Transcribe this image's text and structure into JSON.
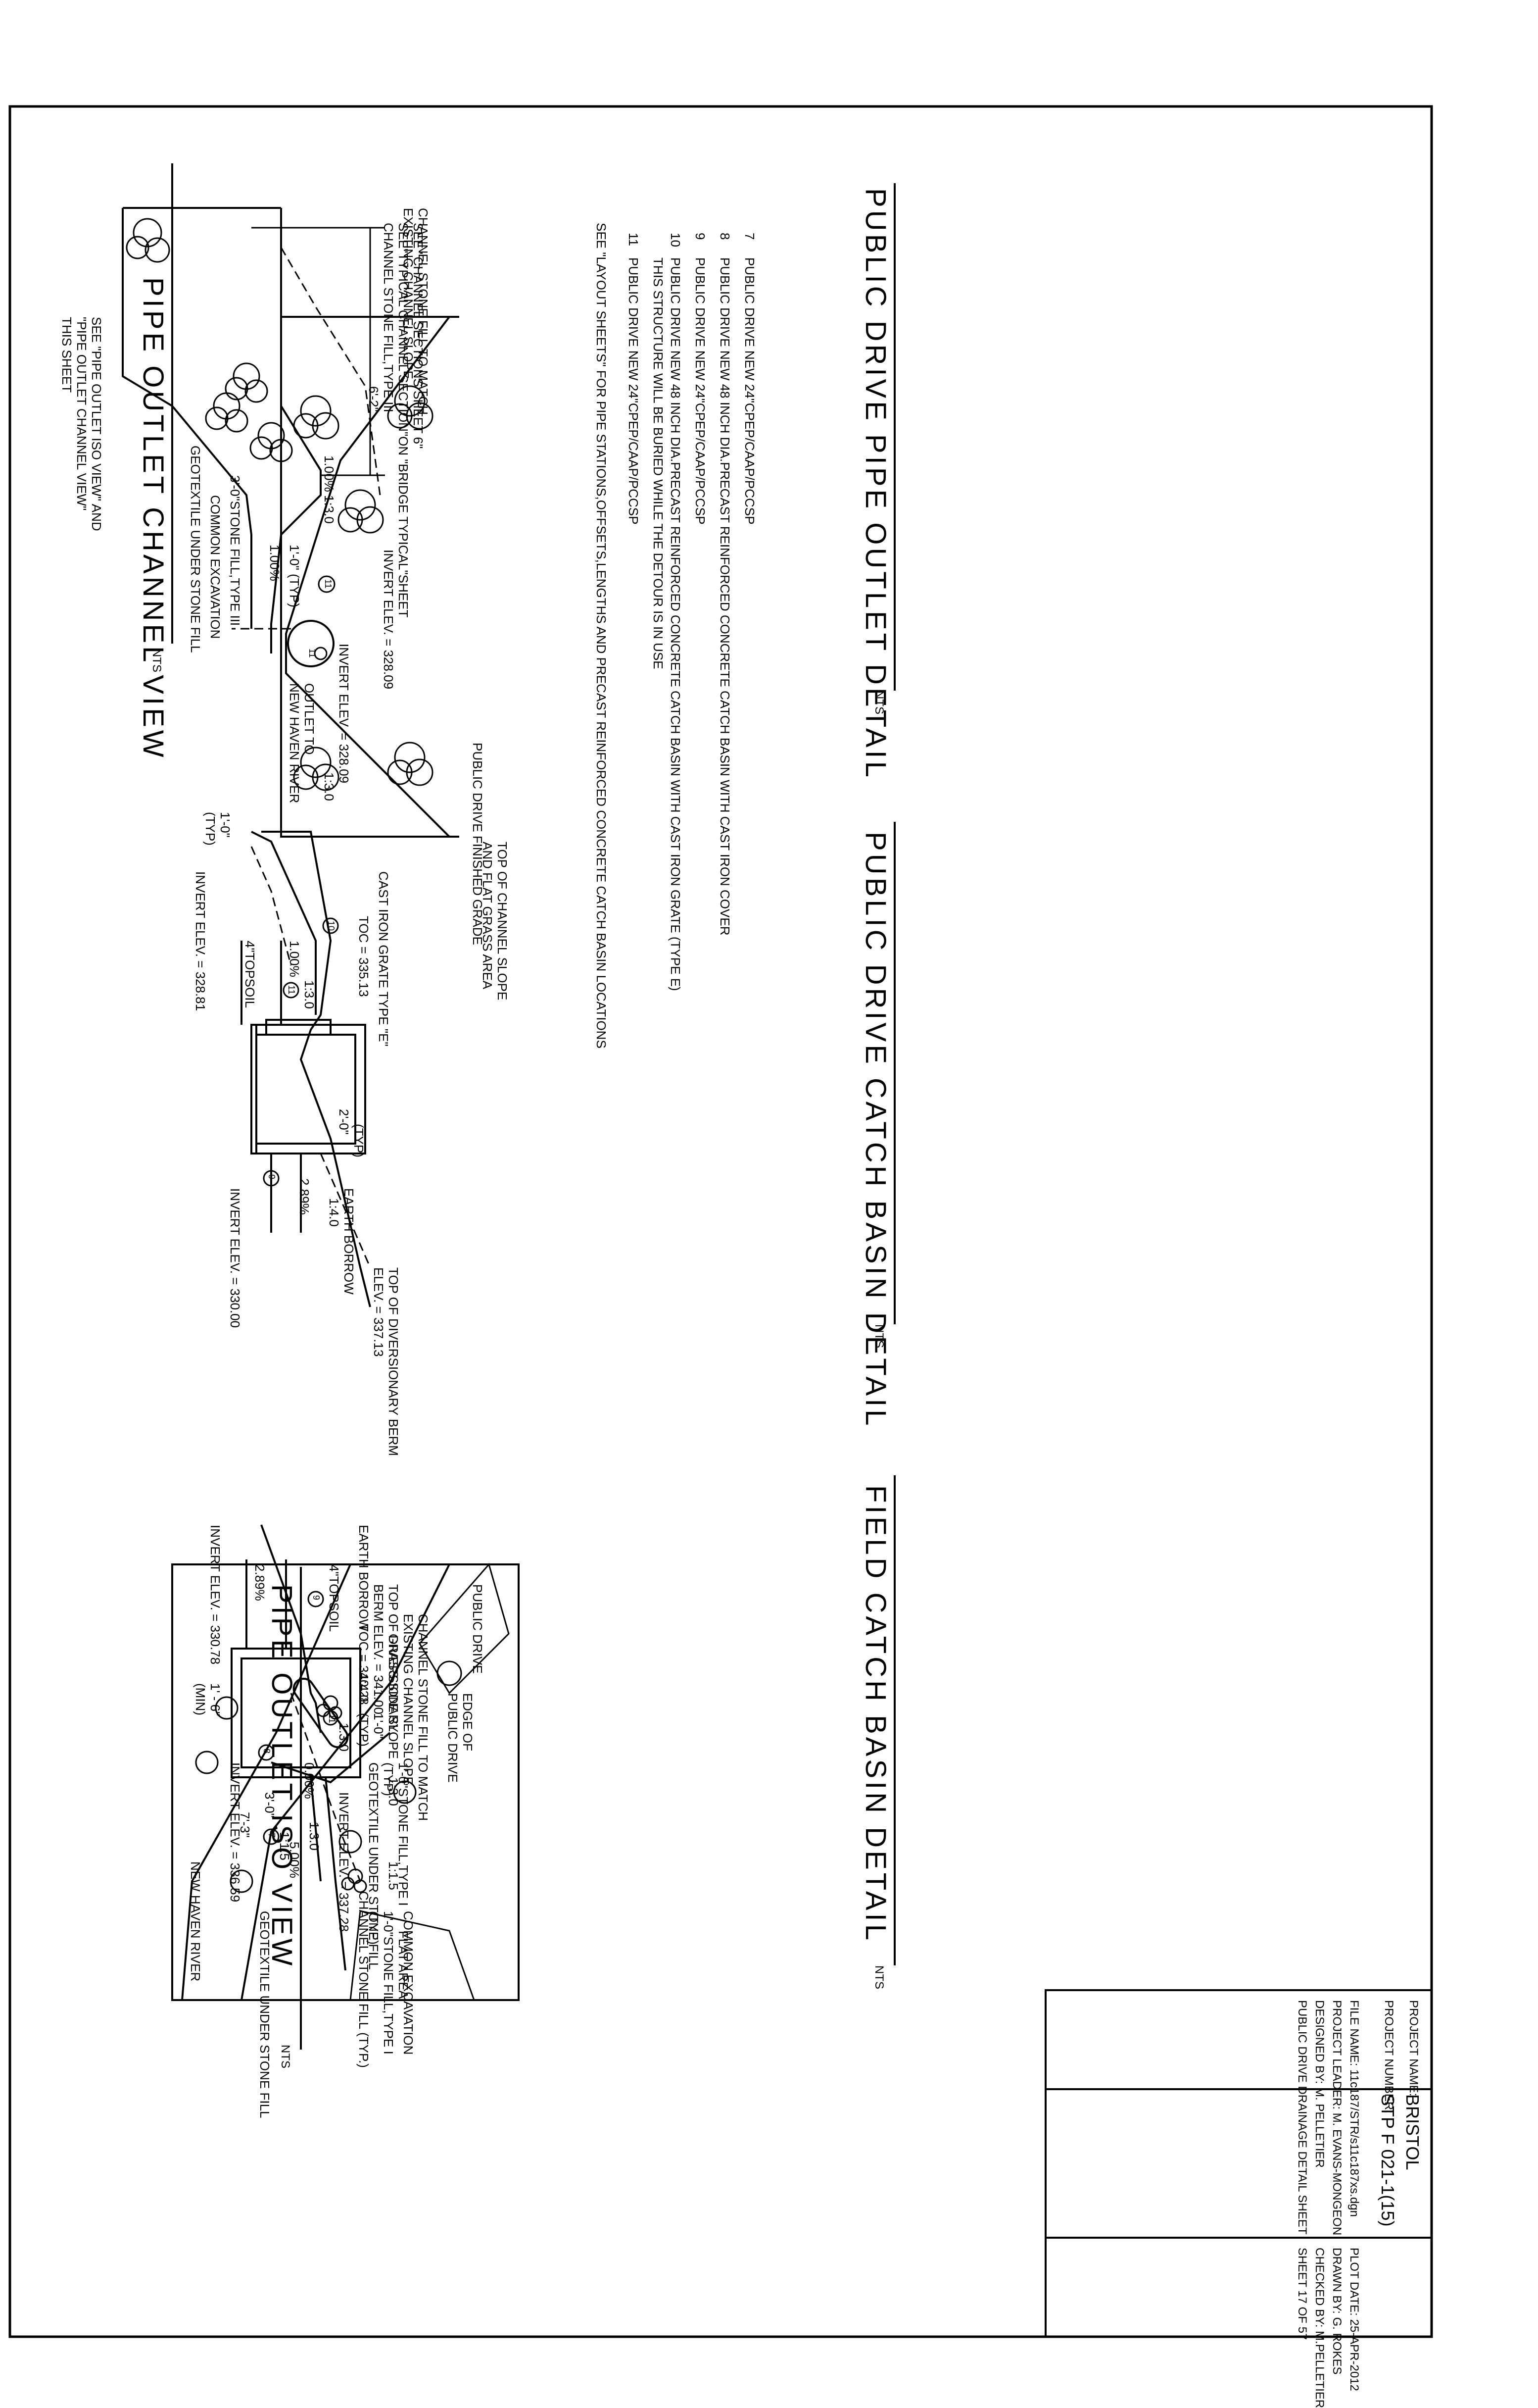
{
  "titles": {
    "pipe_outlet_detail": "PUBLIC DRIVE PIPE OUTLET DETAIL",
    "catch_basin_detail": "PUBLIC DRIVE CATCH BASIN DETAIL",
    "field_catch_basin_detail": "FIELD CATCH BASIN DETAIL",
    "channel_view": "PIPE OUTLET CHANNEL VIEW",
    "iso_view": "PIPE OUTLET ISO VIEW",
    "nts": "NTS"
  },
  "pipe_outlet_labels": {
    "channel_stone_1": "CHANNEL STONE FILL,TYPE III",
    "channel_stone_2": "SEE\"TYPICAL CHANNEL SECTION\"ON \"BRIDGE TYPICAL\"SHEET",
    "channel_stone_3": "SEE \"CHANNEL SECTIONS SHEET 6\"",
    "dim_6_2": "6'-2\"",
    "invert": "INVERT ELEV. = 328.09",
    "slope_a": "1.00%",
    "slope_b": "1.00%",
    "typ": "1'-0\" (TYP)",
    "stone_fill": "3'-0\"STONE FILL,TYPE III",
    "common_exc": "COMMON EXCAVATION",
    "geotextile": "GEOTEXTILE UNDER STONE FILL",
    "see_iso_1": "SEE \"PIPE OUTLET ISO VIEW\" AND",
    "see_iso_2": "\"PIPE OUTLET CHANNEL VIEW\"",
    "see_iso_3": "THIS SHEET",
    "outlet_1": "OUTLET TO",
    "outlet_2": "NEW HAVEN RIVER",
    "tag": "11"
  },
  "notes": [
    {
      "tag": "7",
      "text": "PUBLIC DRIVE   NEW 24\"CPEP/CAAP/PCCSP"
    },
    {
      "tag": "8",
      "text": "PUBLIC DRIVE   NEW 48 INCH DIA.PRECAST REINFORCED CONCRETE CATCH BASIN WITH CAST IRON COVER"
    },
    {
      "tag": "9",
      "text": "PUBLIC DRIVE   NEW 24\"CPEP/CAAP/PCCSP"
    },
    {
      "tag": "10",
      "text": "PUBLIC DRIVE   NEW 48 INCH DIA.PRECAST REINFORCED CONCRETE CATCH BASIN WITH CAST IRON GRATE (TYPE E)"
    },
    {
      "tag": "",
      "text": "THIS STRUCTURE WILL BE BURIED WHILE THE DETOUR IS IN USE"
    },
    {
      "tag": "11",
      "text": "PUBLIC DRIVE   NEW 24\"CPEP/CAAP/PCCSP"
    }
  ],
  "layout_note": "SEE \"LAYOUT SHEETS\" FOR PIPE STATIONS,OFFSETS,LENGTHS AND PRECAST REINFORCED CONCRETE CATCH BASIN LOCATIONS",
  "catch_basin_labels": {
    "grate": "CAST IRON GRATE TYPE \"E\"",
    "toc": "TOC = 335.13",
    "topsoil": "4\"TOPSOIL",
    "typ_1_0": "1'-0\"",
    "typ": "(TYP)",
    "slope_13": "1:3.0",
    "slope_14": "1:4.0",
    "dim_2_0": "2'-0\"",
    "berm_1": "TOP OF DIVERSIONARY BERM",
    "berm_2": "ELEV. = 337.13",
    "earth": "EARTH BORROW",
    "invert_in": "INVERT ELEV. = 328.81",
    "invert_out": "INVERT ELEV. = 330.00",
    "slope_100": "1.00%",
    "slope_289": "2.89%",
    "tag11": "11",
    "tag10": "10",
    "tag9": "9"
  },
  "field_basin_labels": {
    "earth": "EARTH BORROW",
    "topsoil": "4\"TOPSOIL",
    "berm_1": "TOP OF DIVERSIONARY",
    "berm_2": "BERM ELEV. = 341.00",
    "toc": "TOC = 340.28",
    "typ_1_0": "1'-0\"",
    "typ": "(TYP)",
    "stone_typ_1": "1'-0\"STONE FILL,TYPE I",
    "stone_typ_2": "(TYP)",
    "geo_1": "GEOTEXTILE UNDER STONE FILL",
    "invert_a": "INVERT ELEV. = 337.28",
    "invert_b": "INVERT ELEV. = 330.78",
    "invert_c": "INVERT ELEV. = 336.59",
    "slope_289": "2.89%",
    "slope_13": "1:3.0",
    "slope_500": "5.00%",
    "dim_1_6": "1' - 6\"",
    "min": "(MIN)",
    "common": "COMMON EXCAVATION",
    "stone2_1": "1'-0\"STONE FILL,TYPE I",
    "stone2_2": "(TYP)",
    "geo_2": "GEOTEXTILE UNDER STONE FILL",
    "tag9": "9",
    "tag8": "8",
    "tag7": "7"
  },
  "channel_view_labels": {
    "stone_1": "CHANNEL STONE FILL TO MATCH",
    "stone_2": "EXISTING CHANNEL SLOPE",
    "finished": "PUBLIC DRIVE FINISHED GRADE",
    "invert": "INVERT ELEV. = 328.09",
    "slope_a": "1:3.0",
    "slope_b": "1:3.0",
    "top_1": "TOP OF CHANNEL SLOPE",
    "top_2": "AND FLAT GRASS AREA",
    "tag": "11"
  },
  "iso_labels": {
    "stone_1": "CHANNEL STONE FILL TO MATCH",
    "stone_2": "EXISTING CHANNEL SLOPE",
    "grass": "GRASS SIDE SLOPE",
    "public_drive": "PUBLIC DRIVE",
    "edge_1": "EDGE OF",
    "edge_2": "PUBLIC DRIVE",
    "slope_14": "1:4.0",
    "slope_13a": "1:3.0",
    "slope_13b": "1:3.0",
    "pct": "0.00%",
    "dim_3": "3'-0\"",
    "dim_7": "7'-3\"",
    "slope_15a": "1:1.5",
    "slope_15b": "1:1.5",
    "flat": "FLAT AREA",
    "river": "NEW HAVEN RIVER",
    "channel_stone": "CHANNEL STONE FILL (TYP.)",
    "tag": "11"
  },
  "title_block": {
    "project_name_label": "PROJECT NAME:",
    "project_name": "BRISTOL",
    "project_number_label": "PROJECT NUMBER:",
    "project_number": "STP F 021-1(15)",
    "file_name": "FILE NAME: 11c187/STR/s11c187xs.dgn",
    "project_leader": "PROJECT LEADER: M. EVANS-MONGEON",
    "designed_by": "DESIGNED BY:   M. PELLETIER",
    "sheet_title": "PUBLIC DRIVE DRAINAGE DETAIL SHEET",
    "plot_date": "PLOT DATE:  25-APR-2012",
    "drawn_by": "DRAWN BY:    G. ROKES",
    "checked_by": "CHECKED BY: M.PELLETIER",
    "sheet": "SHEET    17   OF    57"
  }
}
